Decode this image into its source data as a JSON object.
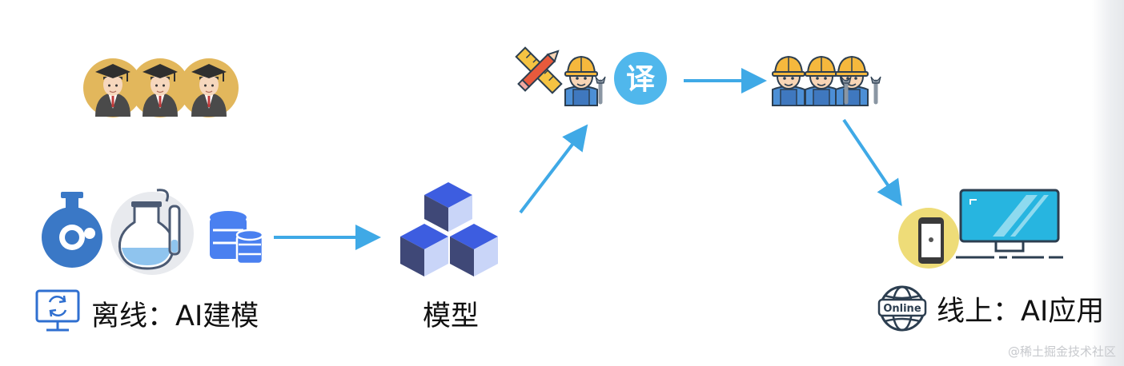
{
  "labels": {
    "offline": "离线：AI建模",
    "model": "模型",
    "online": "线上：AI应用",
    "translate_badge": "译",
    "online_globe": "Online"
  },
  "watermark": "@稀土掘金技术社区",
  "colors": {
    "arrow": "#3fa9e6",
    "flask_blue": "#3a78c6",
    "db_blue": "#4a80f0",
    "cube_top": "#3d5de0",
    "cube_left": "#3f4877",
    "cube_right": "#c9d5f8",
    "gold_circle": "#e2b75c",
    "badge": "#50b7ec",
    "monitor": "#27b5e0",
    "phone_circle": "#eedc78"
  },
  "icons": [
    "graduates-icon",
    "flask-icon",
    "lab-flask-icon",
    "database-icon",
    "cubes-icon",
    "ruler-pencil-icon",
    "engineer-icon",
    "translate-badge-icon",
    "engineer-team-icon",
    "phone-icon",
    "monitor-icon",
    "sync-monitor-icon",
    "online-globe-icon"
  ]
}
